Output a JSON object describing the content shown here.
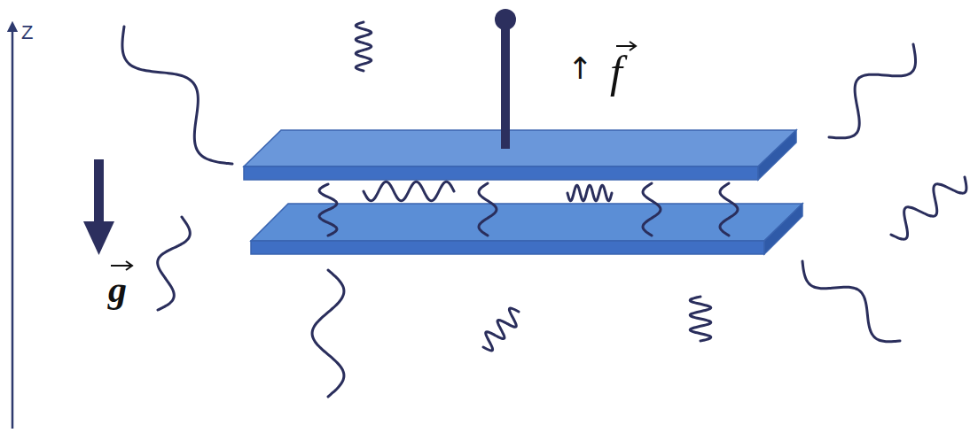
{
  "diagram": {
    "labels": [
      "Z",
      "g",
      "↑",
      "f"
    ]
  }
}
